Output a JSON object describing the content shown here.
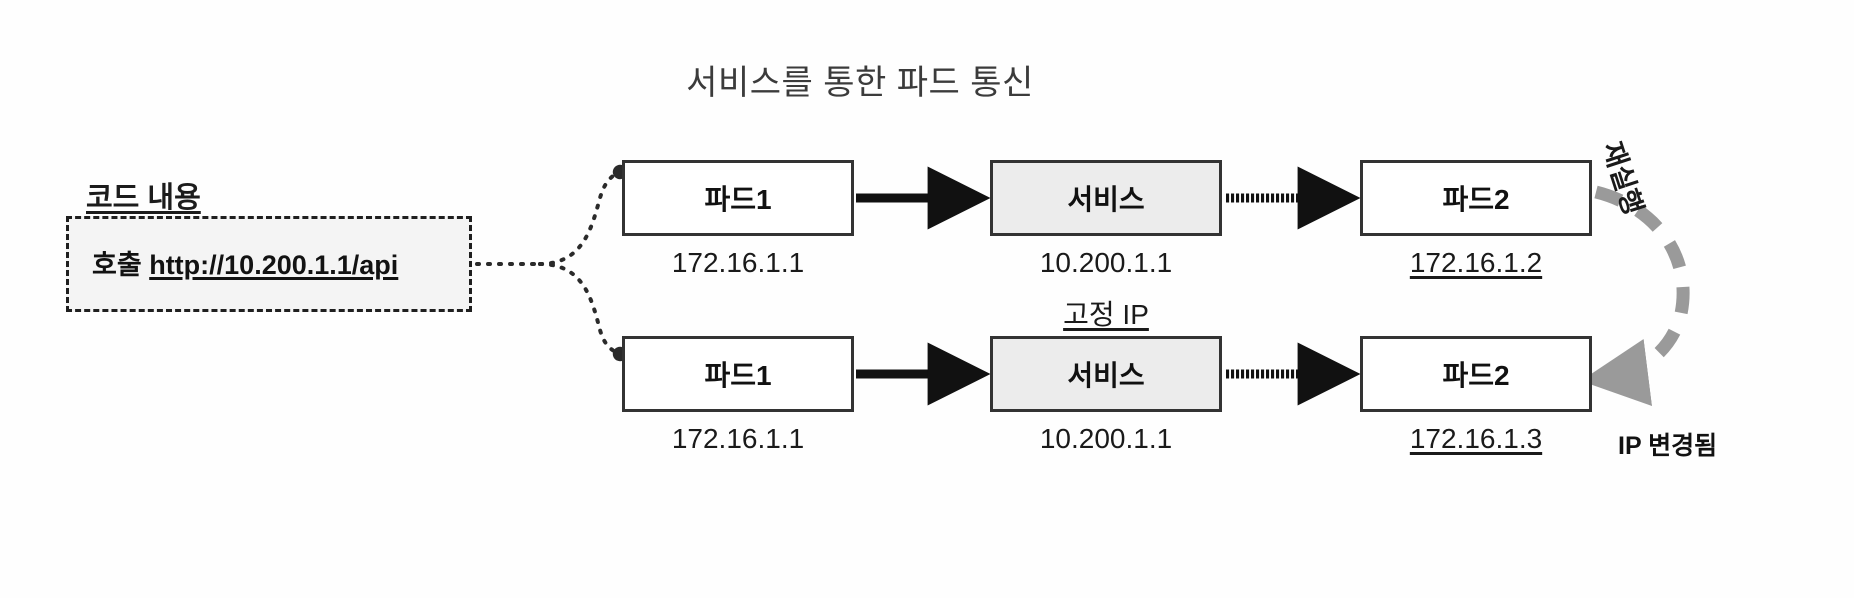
{
  "title": "서비스를 통한 파드 통신",
  "code_panel": {
    "section_label": "코드 내용",
    "call_keyword": "호출",
    "url": "http://10.200.1.1/api"
  },
  "rows": [
    {
      "id": "top",
      "pod1": {
        "label": "파드1",
        "ip": "172.16.1.1"
      },
      "service": {
        "label": "서비스",
        "ip": "10.200.1.1"
      },
      "pod2": {
        "label": "파드2",
        "ip": "172.16.1.2"
      }
    },
    {
      "id": "bottom",
      "pod1": {
        "label": "파드1",
        "ip": "172.16.1.1"
      },
      "service": {
        "label": "서비스",
        "ip": "10.200.1.1"
      },
      "pod2": {
        "label": "파드2",
        "ip": "172.16.1.3"
      }
    }
  ],
  "annotations": {
    "static_ip": "고정 IP",
    "restart": "재실행",
    "ip_changed": "IP 변경됨"
  },
  "colors": {
    "stroke": "#333333",
    "service_fill": "#ececec",
    "restart_arrow": "#9a9a9a",
    "code_box_fill": "#f4f4f4",
    "text": "#1a1a1a"
  }
}
